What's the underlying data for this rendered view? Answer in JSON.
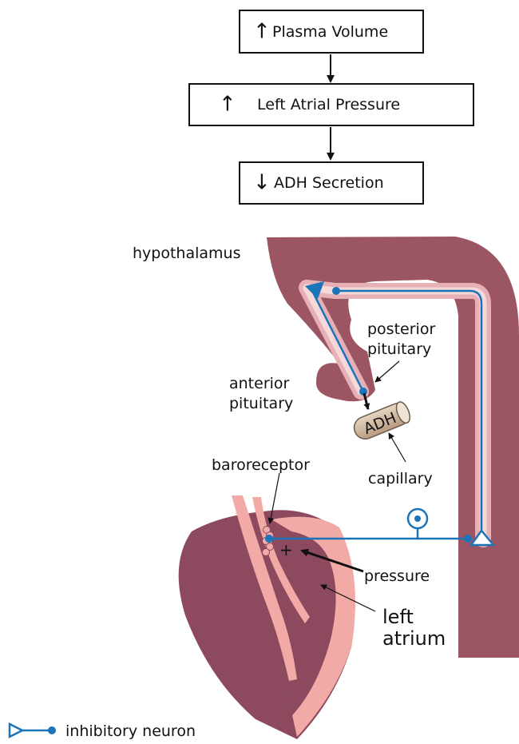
{
  "flow": {
    "box1": {
      "arrow": "↑",
      "label": "Plasma Volume"
    },
    "box2": {
      "arrow": "↑",
      "label": "Left Atrial Pressure"
    },
    "box3": {
      "arrow": "↓",
      "label": "ADH Secretion"
    }
  },
  "labels": {
    "hypothalamus": "hypothalamus",
    "posterior_1": "posterior",
    "posterior_2": "pituitary",
    "anterior_1": "anterior",
    "anterior_2": "pituitary",
    "adh": "ADH",
    "capillary": "capillary",
    "baroreceptor": "baroreceptor",
    "plus": "+",
    "pressure": "pressure",
    "left_atrium_1": "left",
    "left_atrium_2": "atrium"
  },
  "legend": {
    "inhibitory": "inhibitory neuron"
  },
  "colors": {
    "tissue": "#9b5563",
    "heart_outer": "#8d4a5e",
    "heart_inner": "#f2aaa6",
    "neuron": "#1c74b8",
    "capillary": "#cfb9a2"
  }
}
